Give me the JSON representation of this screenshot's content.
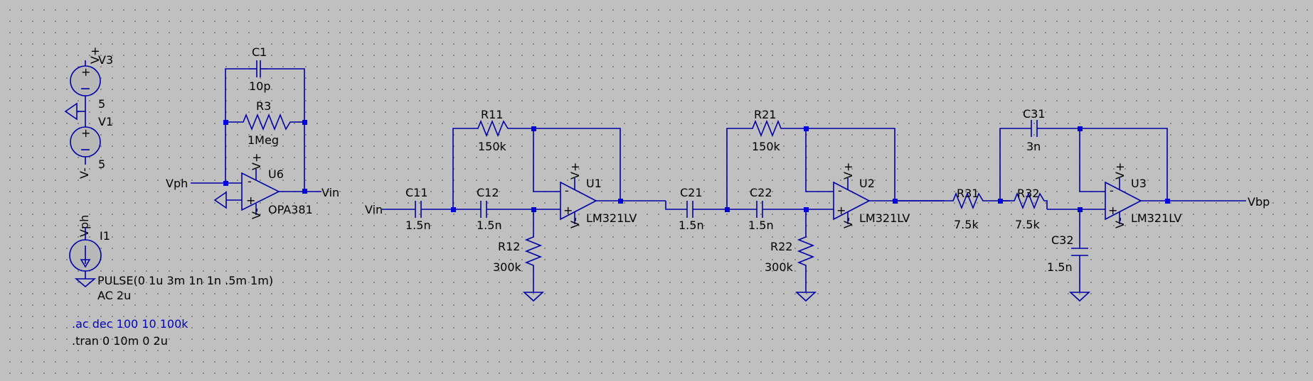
{
  "sources": {
    "V3": {
      "name": "V3",
      "value": "5",
      "pin": "V+"
    },
    "V1": {
      "name": "V1",
      "value": "5",
      "pin": "V-"
    },
    "I1": {
      "name": "I1",
      "pin": "Vph",
      "value": "PULSE(0 1u 3m 1n 1n .5m 1m)",
      "ac": "AC 2u"
    }
  },
  "components": {
    "C1": {
      "name": "C1",
      "value": "10p"
    },
    "R3": {
      "name": "R3",
      "value": "1Meg"
    },
    "U6": {
      "name": "U6",
      "model": "OPA381"
    },
    "C11": {
      "name": "C11",
      "value": "1.5n"
    },
    "C12": {
      "name": "C12",
      "value": "1.5n"
    },
    "R11": {
      "name": "R11",
      "value": "150k"
    },
    "R12": {
      "name": "R12",
      "value": "300k"
    },
    "U1": {
      "name": "U1",
      "model": "LM321LV"
    },
    "C21": {
      "name": "C21",
      "value": "1.5n"
    },
    "C22": {
      "name": "C22",
      "value": "1.5n"
    },
    "R21": {
      "name": "R21",
      "value": "150k"
    },
    "R22": {
      "name": "R22",
      "value": "300k"
    },
    "U2": {
      "name": "U2",
      "model": "LM321LV"
    },
    "R31": {
      "name": "R31",
      "value": "7.5k"
    },
    "R32": {
      "name": "R32",
      "value": "7.5k"
    },
    "C31": {
      "name": "C31",
      "value": "3n"
    },
    "C32": {
      "name": "C32",
      "value": "1.5n"
    },
    "U3": {
      "name": "U3",
      "model": "LM321LV"
    }
  },
  "pins": {
    "vplus": "V+",
    "vminus": "V-",
    "minus": "-",
    "plus": "+"
  },
  "nets": {
    "vph": "Vph",
    "vin": "Vin",
    "vbp": "Vbp"
  },
  "directives": {
    "ac": ".ac dec 100 10 100k",
    "tran": ".tran 0 10m 0 2u"
  },
  "colors": {
    "wire": "#0000a8",
    "junction": "#0000e0",
    "ac_directive": "#0000c8",
    "background": "#c0c0c0"
  }
}
